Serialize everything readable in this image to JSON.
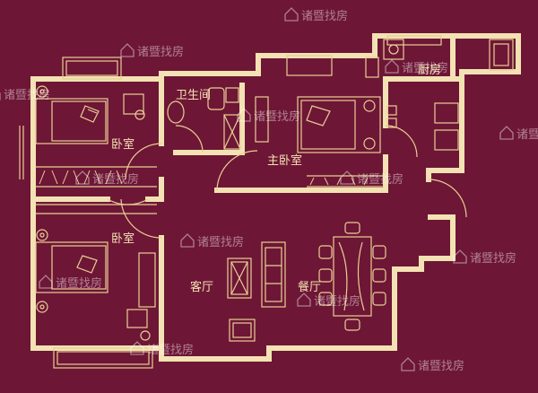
{
  "colors": {
    "background": "#6e1636",
    "wall": "#f3e2b3",
    "line": "#e8cf93",
    "watermark": "rgba(255,255,255,0.45)"
  },
  "rooms": {
    "bedroom_top": "卧室",
    "bathroom": "卫生间",
    "master_bedroom": "主卧室",
    "kitchen": "厨房",
    "bedroom_bottom": "卧室",
    "living_room": "客厅",
    "dining_room": "餐厅"
  },
  "watermark": {
    "icon": "house-logo-icon",
    "text": "诸暨找房"
  }
}
